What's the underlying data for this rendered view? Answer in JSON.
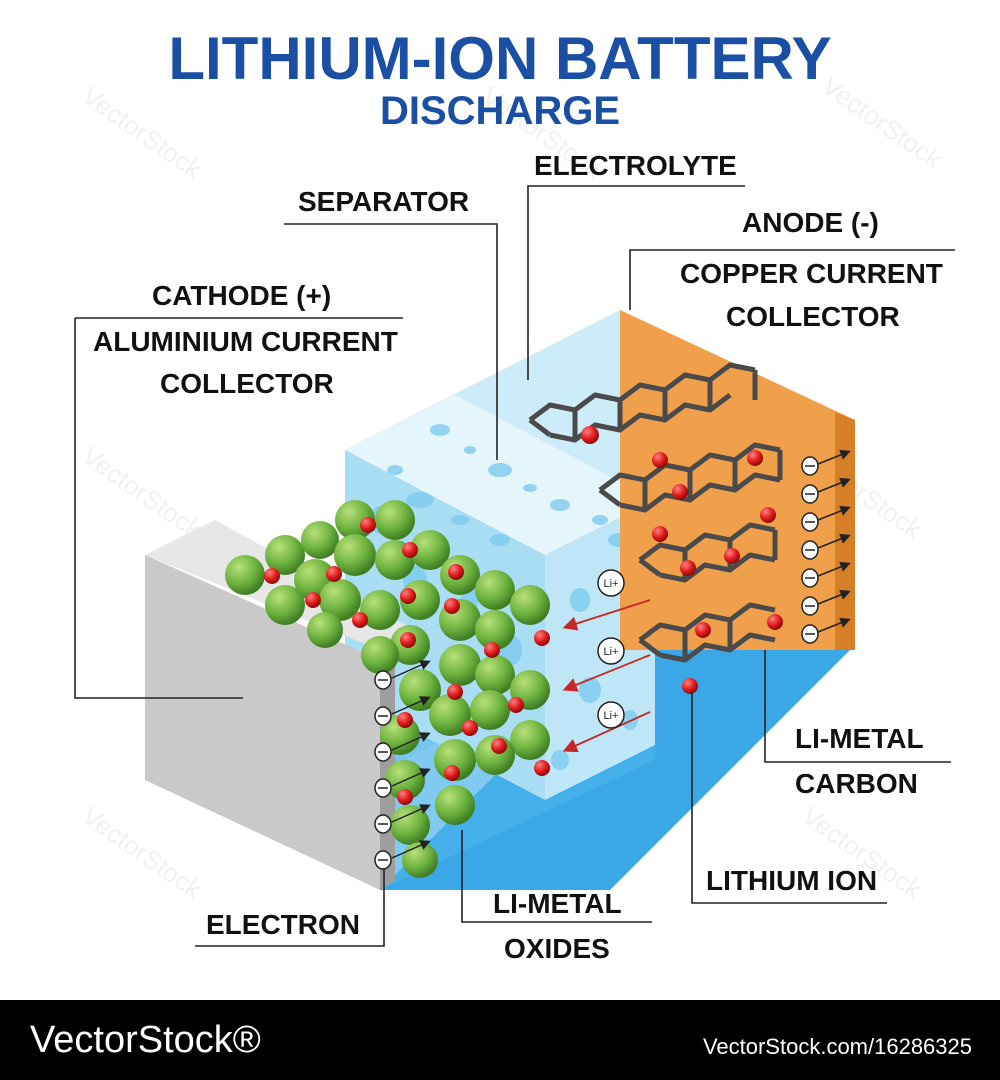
{
  "title": "LITHIUM-ION BATTERY",
  "subtitle": "DISCHARGE",
  "labels": {
    "electrolyte": "ELECTROLYTE",
    "separator": "SEPARATOR",
    "anode": "ANODE (-)",
    "copper_collector_1": "COPPER CURRENT",
    "copper_collector_2": "COLLECTOR",
    "cathode": "CATHODE (+)",
    "aluminium_collector_1": "ALUMINIUM CURRENT",
    "aluminium_collector_2": "COLLECTOR",
    "li_metal_carbon_1": "LI-METAL",
    "li_metal_carbon_2": "CARBON",
    "lithium_ion": "LITHIUM ION",
    "li_metal_oxides_1": "LI-METAL",
    "li_metal_oxides_2": "OXIDES",
    "electron": "ELECTRON",
    "li_plus": "Li+"
  },
  "footer": {
    "brand": "VectorStock®",
    "image_id": "VectorStock.com/16286325"
  },
  "watermark": "VectorStock",
  "colors": {
    "title": "#1a4fa3",
    "cathode_particle": "#6db33f",
    "lithium_dot": "#e01b1b",
    "separator": "#bfe6f7",
    "anode_collector": "#f0a04b",
    "aluminium_collector": "#c9c9c9",
    "electrolyte": "#3aa7e6"
  }
}
